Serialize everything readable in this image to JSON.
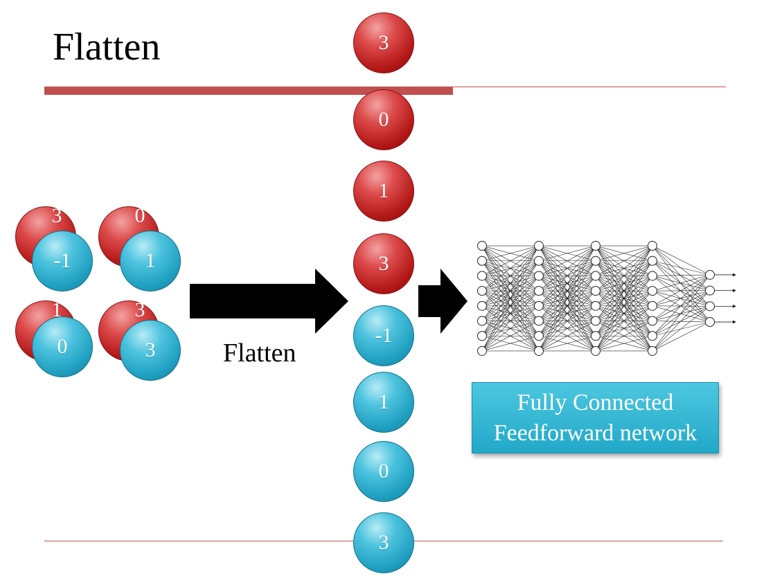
{
  "title": "Flatten",
  "flatten_label": "Flatten",
  "colors": {
    "accent_rule": "#c0504d",
    "red_ball": "#c62b2b",
    "blue_ball": "#2fb0cf"
  },
  "feature_maps": {
    "red": [
      "3",
      "0",
      "1",
      "3"
    ],
    "blue": [
      "-1",
      "1",
      "0",
      "3"
    ]
  },
  "flattened_vector": [
    {
      "value": "3",
      "color": "red"
    },
    {
      "value": "0",
      "color": "red"
    },
    {
      "value": "1",
      "color": "red"
    },
    {
      "value": "3",
      "color": "red"
    },
    {
      "value": "-1",
      "color": "blue"
    },
    {
      "value": "1",
      "color": "blue"
    },
    {
      "value": "0",
      "color": "blue"
    },
    {
      "value": "3",
      "color": "blue"
    }
  ],
  "network": {
    "layer_sizes": [
      8,
      8,
      8,
      8,
      4
    ],
    "label_line1": "Fully Connected",
    "label_line2": "Feedforward network"
  }
}
